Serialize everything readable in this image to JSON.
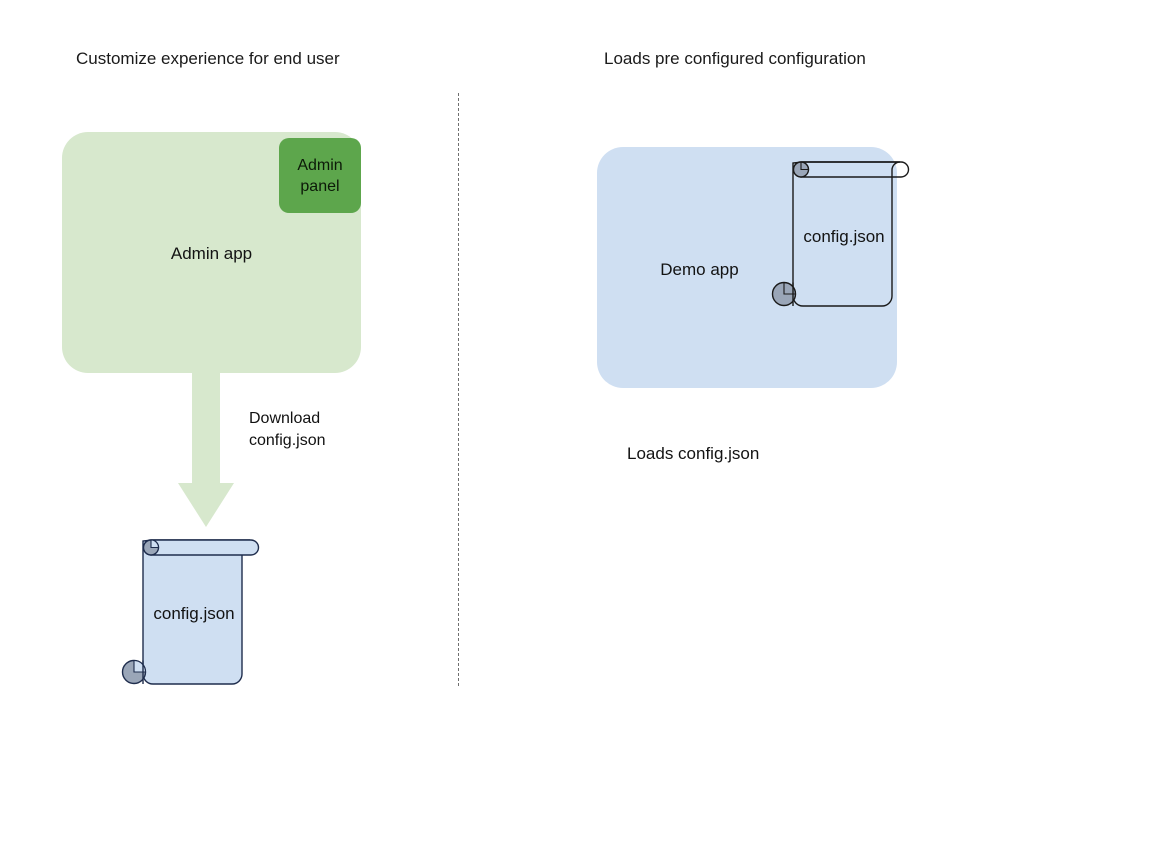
{
  "diagram": {
    "type": "flow-diagram",
    "background": "#ffffff",
    "panels": [
      {
        "id": "left",
        "title": "Customize experience for end user"
      },
      {
        "id": "right",
        "title": "Loads pre configured configuration"
      }
    ]
  },
  "left_panel": {
    "title": "Customize experience for end user",
    "app_box": {
      "label": "Admin app",
      "fill": "#d7e8cd"
    },
    "admin_panel": {
      "label": "Admin\npanel",
      "label_line1": "Admin",
      "label_line2": "panel",
      "fill": "#5da64c"
    },
    "arrow": {
      "direction": "down",
      "color": "#d7e8cd",
      "label_line1": "Download",
      "label_line2": "config.json"
    },
    "document": {
      "label": "config.json",
      "fill": "#cfdff2",
      "stroke": "#1f2d4d",
      "curl_fill": "#9aa6b8"
    }
  },
  "right_panel": {
    "title": "Loads pre configured configuration",
    "app_box": {
      "label": "Demo app",
      "fill": "#cfdff2"
    },
    "document": {
      "label": "config.json",
      "fill": "none",
      "stroke": "#1a1a1a",
      "curl_fill": "#9aa6b8"
    },
    "caption": "Loads config.json"
  },
  "divider": {
    "style": "dashed",
    "color": "#6f6f6f"
  },
  "colors": {
    "green_light": "#d7e8cd",
    "green_dark": "#5da64c",
    "blue_light": "#cfdff2",
    "outline_blue": "#1f2d4d",
    "outline_dark": "#1a1a1a",
    "curl_grey": "#9aa6b8",
    "text": "#131313"
  }
}
